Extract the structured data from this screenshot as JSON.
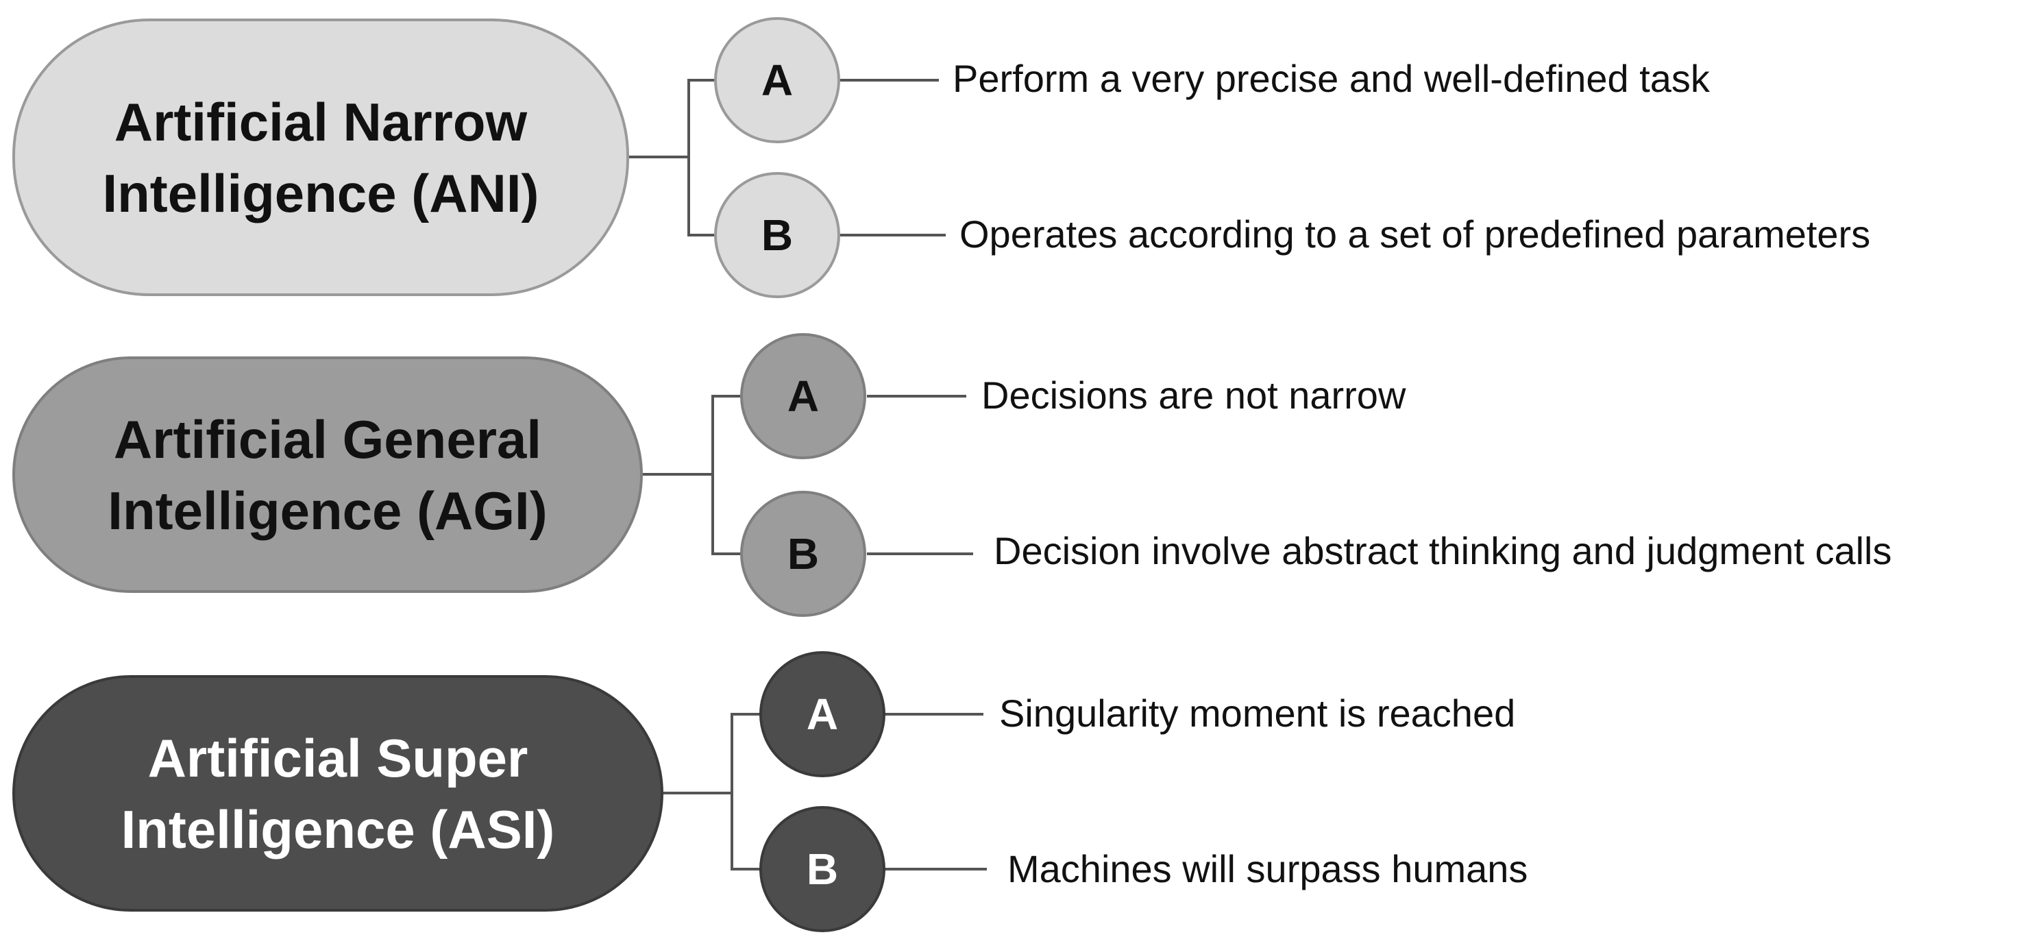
{
  "colors": {
    "ani_fill": "#dcdcdc",
    "agi_fill": "#9c9c9c",
    "asi_fill": "#4d4d4d",
    "line": "#555555"
  },
  "groups": [
    {
      "title": "Artificial Narrow\nIntelligence (ANI)",
      "items": [
        {
          "badge": "A",
          "text": "Perform a very precise and well-defined task"
        },
        {
          "badge": "B",
          "text": "Operates according to a set of predefined parameters"
        }
      ]
    },
    {
      "title": "Artificial General\nIntelligence (AGI)",
      "items": [
        {
          "badge": "A",
          "text": "Decisions are not narrow"
        },
        {
          "badge": "B",
          "text": "Decision involve abstract thinking and judgment calls"
        }
      ]
    },
    {
      "title": "Artificial Super\nIntelligence (ASI)",
      "items": [
        {
          "badge": "A",
          "text": "Singularity moment is reached"
        },
        {
          "badge": "B",
          "text": "Machines will surpass humans"
        }
      ]
    }
  ]
}
